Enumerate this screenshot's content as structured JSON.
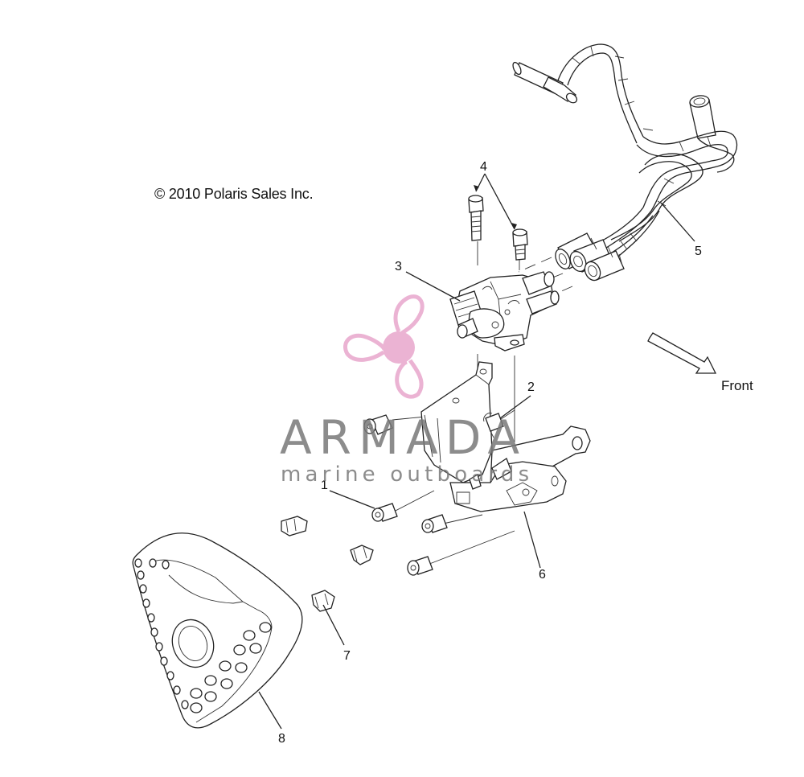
{
  "copyright": "© 2010 Polaris Sales Inc.",
  "direction_label": "Front",
  "callouts": [
    "1",
    "2",
    "3",
    "4",
    "5",
    "6",
    "7",
    "8"
  ],
  "watermark": {
    "title": "ARMADA",
    "subtitle": "marine outboards",
    "logo_color": "#e8a6cc"
  }
}
